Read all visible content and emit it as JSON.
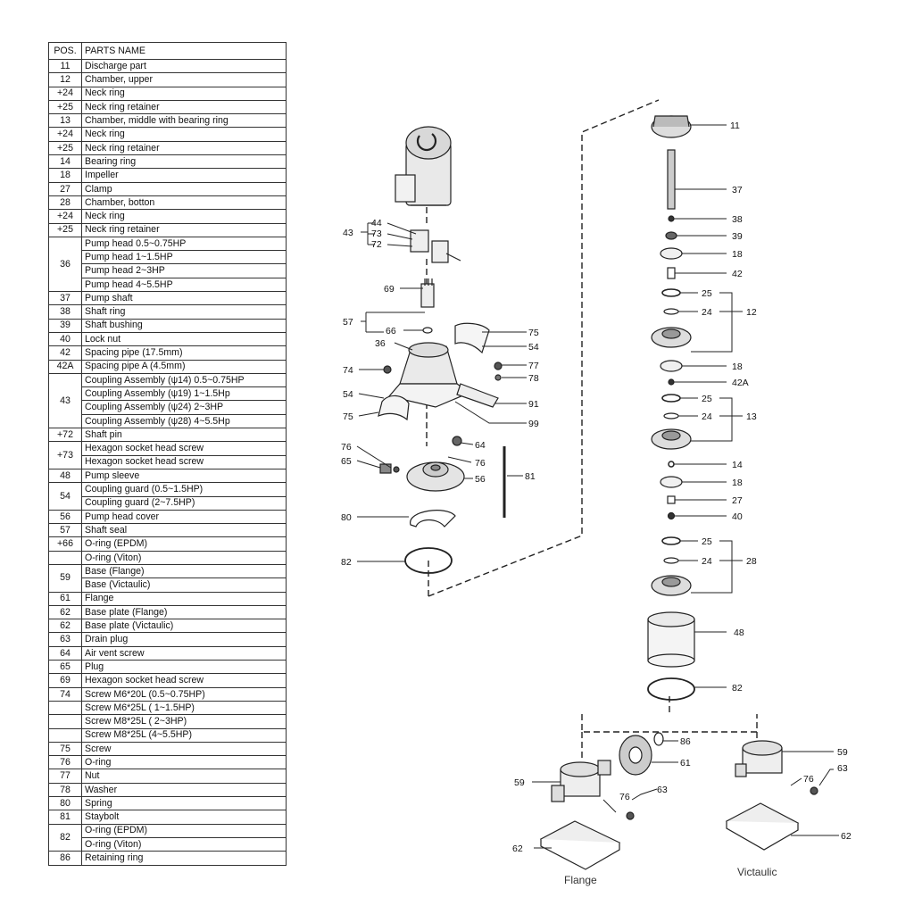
{
  "table": {
    "header": {
      "pos": "POS.",
      "name": "PARTS NAME"
    },
    "rows": [
      {
        "pos": "11",
        "names": [
          "Discharge part"
        ]
      },
      {
        "pos": "12",
        "names": [
          "Chamber, upper"
        ]
      },
      {
        "pos": "+24",
        "names": [
          "Neck ring"
        ]
      },
      {
        "pos": "+25",
        "names": [
          "Neck ring retainer"
        ]
      },
      {
        "pos": "13",
        "names": [
          "Chamber, middle with bearing ring"
        ]
      },
      {
        "pos": "+24",
        "names": [
          "Neck ring"
        ]
      },
      {
        "pos": "+25",
        "names": [
          "Neck ring retainer"
        ]
      },
      {
        "pos": "14",
        "names": [
          "Bearing ring"
        ]
      },
      {
        "pos": "18",
        "names": [
          "Impeller"
        ]
      },
      {
        "pos": "27",
        "names": [
          "Clamp"
        ]
      },
      {
        "pos": "28",
        "names": [
          "Chamber, botton"
        ]
      },
      {
        "pos": "+24",
        "names": [
          "Neck ring"
        ]
      },
      {
        "pos": "+25",
        "names": [
          "Neck ring retainer"
        ]
      },
      {
        "pos": "36",
        "names": [
          "Pump head 0.5~0.75HP",
          "Pump head 1~1.5HP",
          "Pump head 2~3HP",
          "Pump head 4~5.5HP"
        ]
      },
      {
        "pos": "37",
        "names": [
          "Pump shaft"
        ]
      },
      {
        "pos": "38",
        "names": [
          "Shaft ring"
        ]
      },
      {
        "pos": "39",
        "names": [
          "Shaft bushing"
        ]
      },
      {
        "pos": "40",
        "names": [
          "Lock nut"
        ]
      },
      {
        "pos": "42",
        "names": [
          "Spacing pipe (17.5mm)"
        ]
      },
      {
        "pos": "42A",
        "names": [
          "Spacing pipe A (4.5mm)"
        ]
      },
      {
        "pos": "43",
        "names": [
          "Coupling Assembly (ψ14) 0.5~0.75HP",
          "Coupling Assembly (ψ19) 1~1.5Hp",
          "Coupling Assembly (ψ24) 2~3HP",
          "Coupling Assembly (ψ28) 4~5.5Hp"
        ]
      },
      {
        "pos": "+72",
        "names": [
          "Shaft pin"
        ]
      },
      {
        "pos": "+73",
        "names": [
          "Hexagon socket head screw",
          "Hexagon socket head screw"
        ]
      },
      {
        "pos": "48",
        "names": [
          "Pump sleeve"
        ]
      },
      {
        "pos": "54",
        "names": [
          "Coupling guard (0.5~1.5HP)",
          "Coupling guard (2~7.5HP)"
        ]
      },
      {
        "pos": "56",
        "names": [
          "Pump head cover"
        ]
      },
      {
        "pos": "57",
        "names": [
          "Shaft seal"
        ]
      },
      {
        "pos": "+66",
        "names": [
          "O-ring (EPDM)"
        ]
      },
      {
        "pos": "",
        "names": [
          "O-ring (Viton)"
        ]
      },
      {
        "pos": "59",
        "names": [
          "Base (Flange)",
          "Base (Victaulic)"
        ]
      },
      {
        "pos": "61",
        "names": [
          "Flange"
        ]
      },
      {
        "pos": "62",
        "names": [
          "Base plate (Flange)"
        ]
      },
      {
        "pos": "62",
        "names": [
          "Base plate (Victaulic)"
        ]
      },
      {
        "pos": "63",
        "names": [
          "Drain plug"
        ]
      },
      {
        "pos": "64",
        "names": [
          "Air vent screw"
        ]
      },
      {
        "pos": "65",
        "names": [
          "Plug"
        ]
      },
      {
        "pos": "69",
        "names": [
          "Hexagon socket head screw"
        ]
      },
      {
        "pos": "74",
        "names": [
          "Screw M6*20L (0.5~0.75HP)"
        ]
      },
      {
        "pos": "",
        "names": [
          "Screw M6*25L ( 1~1.5HP)"
        ]
      },
      {
        "pos": "",
        "names": [
          "Screw M8*25L ( 2~3HP)"
        ]
      },
      {
        "pos": "",
        "names": [
          "Screw M8*25L (4~5.5HP)"
        ]
      },
      {
        "pos": "75",
        "names": [
          "Screw"
        ]
      },
      {
        "pos": "76",
        "names": [
          "O-ring"
        ]
      },
      {
        "pos": "77",
        "names": [
          "Nut"
        ]
      },
      {
        "pos": "78",
        "names": [
          "Washer"
        ]
      },
      {
        "pos": "80",
        "names": [
          "Spring"
        ]
      },
      {
        "pos": "81",
        "names": [
          "Staybolt"
        ]
      },
      {
        "pos": "82",
        "names": [
          "O-ring (EPDM)",
          "O-ring (Viton)"
        ]
      },
      {
        "pos": "86",
        "names": [
          "Retaining ring"
        ]
      }
    ]
  },
  "diagram": {
    "callouts_left": [
      "43",
      "44",
      "73",
      "72",
      "69",
      "57",
      "66",
      "36",
      "75",
      "54",
      "77",
      "78",
      "74",
      "54",
      "75",
      "91",
      "99",
      "76",
      "64",
      "65",
      "76",
      "56",
      "81",
      "80",
      "82"
    ],
    "callouts_right": [
      "11",
      "37",
      "38",
      "39",
      "18",
      "42",
      "25",
      "24",
      "12",
      "18",
      "42A",
      "25",
      "24",
      "13",
      "14",
      "18",
      "27",
      "40",
      "25",
      "24",
      "28",
      "48",
      "82"
    ],
    "callouts_base": [
      "86",
      "61",
      "59",
      "76",
      "63",
      "62",
      "59",
      "76",
      "63",
      "62"
    ],
    "captions": {
      "flange": "Flange",
      "victaulic": "Victaulic"
    }
  }
}
